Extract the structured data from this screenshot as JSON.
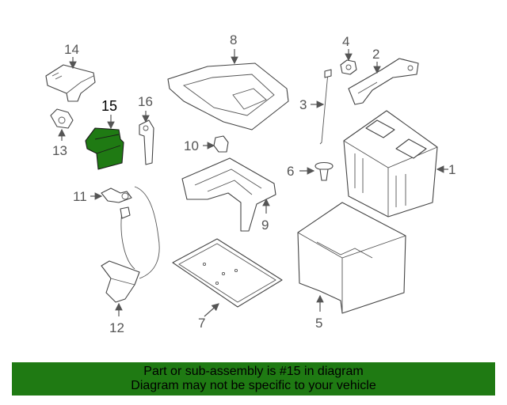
{
  "callouts": {
    "c1": "1",
    "c2": "2",
    "c3": "3",
    "c4": "4",
    "c5": "5",
    "c6": "6",
    "c7": "7",
    "c8": "8",
    "c9": "9",
    "c10": "10",
    "c11": "11",
    "c12": "12",
    "c13": "13",
    "c14": "14",
    "c15": "15",
    "c16": "16"
  },
  "highlighted_part": "15",
  "colors": {
    "highlight": "#1f7a13",
    "banner": "#1f7a13",
    "line": "#444444"
  },
  "banner": {
    "line1": "Part or sub-assembly is #15 in diagram",
    "line2": "Diagram may not be specific to your vehicle"
  }
}
